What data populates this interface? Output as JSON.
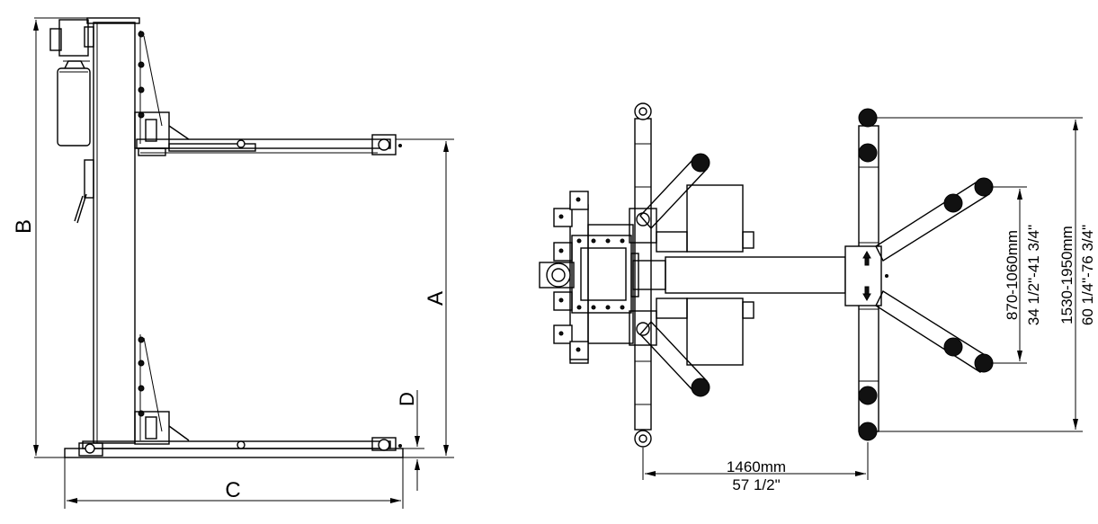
{
  "side_view": {
    "label_a": "A",
    "label_b": "B",
    "label_c": "C",
    "label_d": "D"
  },
  "top_view": {
    "wheelbase_mm": "1460mm",
    "wheelbase_in": "57 1/2\"",
    "short_arm_mm": "870-1060mm",
    "short_arm_in": "34 1/2\"-41 3/4\"",
    "long_arm_mm": "1530-1950mm",
    "long_arm_in": "60 1/4\"-76 3/4\""
  }
}
